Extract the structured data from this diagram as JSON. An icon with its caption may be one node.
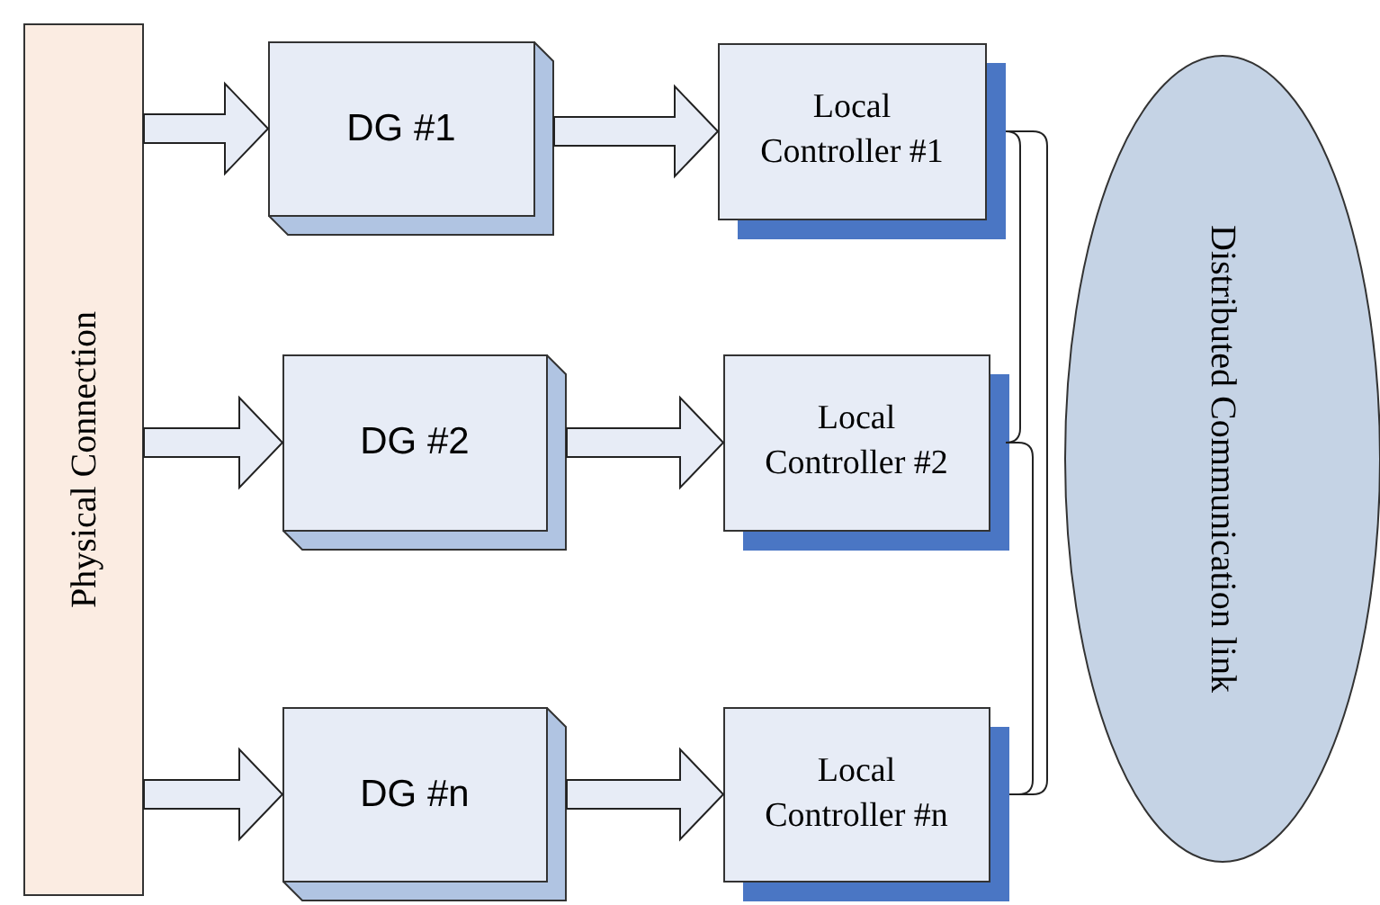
{
  "diagram": {
    "nodes": [
      {
        "text": [
          "Physical Connection"
        ]
      },
      {
        "text": [
          "DG #1"
        ]
      },
      {
        "text": [
          "Local Controller #1"
        ]
      },
      {
        "text": [
          "DG #2"
        ]
      },
      {
        "text": [
          "Local Controller #2"
        ]
      },
      {
        "text": [
          "DG #n"
        ]
      },
      {
        "text": [
          "Local Controller #n"
        ]
      },
      {
        "text": [
          "Distributed Communication link"
        ]
      }
    ],
    "edges": [
      {
        "from": 0,
        "to": 1,
        "arrow": "to"
      },
      {
        "from": 1,
        "to": 2,
        "arrow": "to"
      },
      {
        "from": 0,
        "to": 3,
        "arrow": "to"
      },
      {
        "from": 3,
        "to": 4,
        "arrow": "to"
      },
      {
        "from": 0,
        "to": 5,
        "arrow": "to"
      },
      {
        "from": 5,
        "to": 6,
        "arrow": "to"
      },
      {
        "from": 2,
        "to": 4,
        "arrow": "none"
      },
      {
        "from": 2,
        "to": 6,
        "arrow": "none"
      },
      {
        "from": 4,
        "to": 6,
        "arrow": "none"
      }
    ]
  }
}
